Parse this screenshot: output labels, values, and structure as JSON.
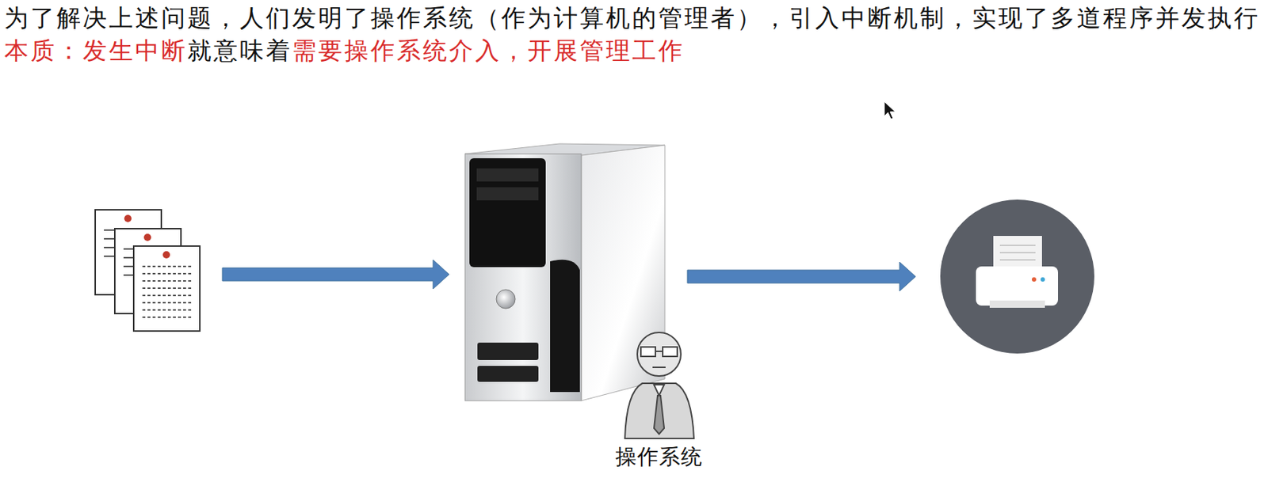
{
  "diagram": {
    "title": "为了解决上述问题，人们发明了操作系统（作为计算机的管理者），引入中断机制，实现了多道程序并发执行",
    "labels": [
      "本质：发生中断",
      "就意味着",
      "需要操作系统介入，开展管理工作",
      "操作系统"
    ]
  }
}
